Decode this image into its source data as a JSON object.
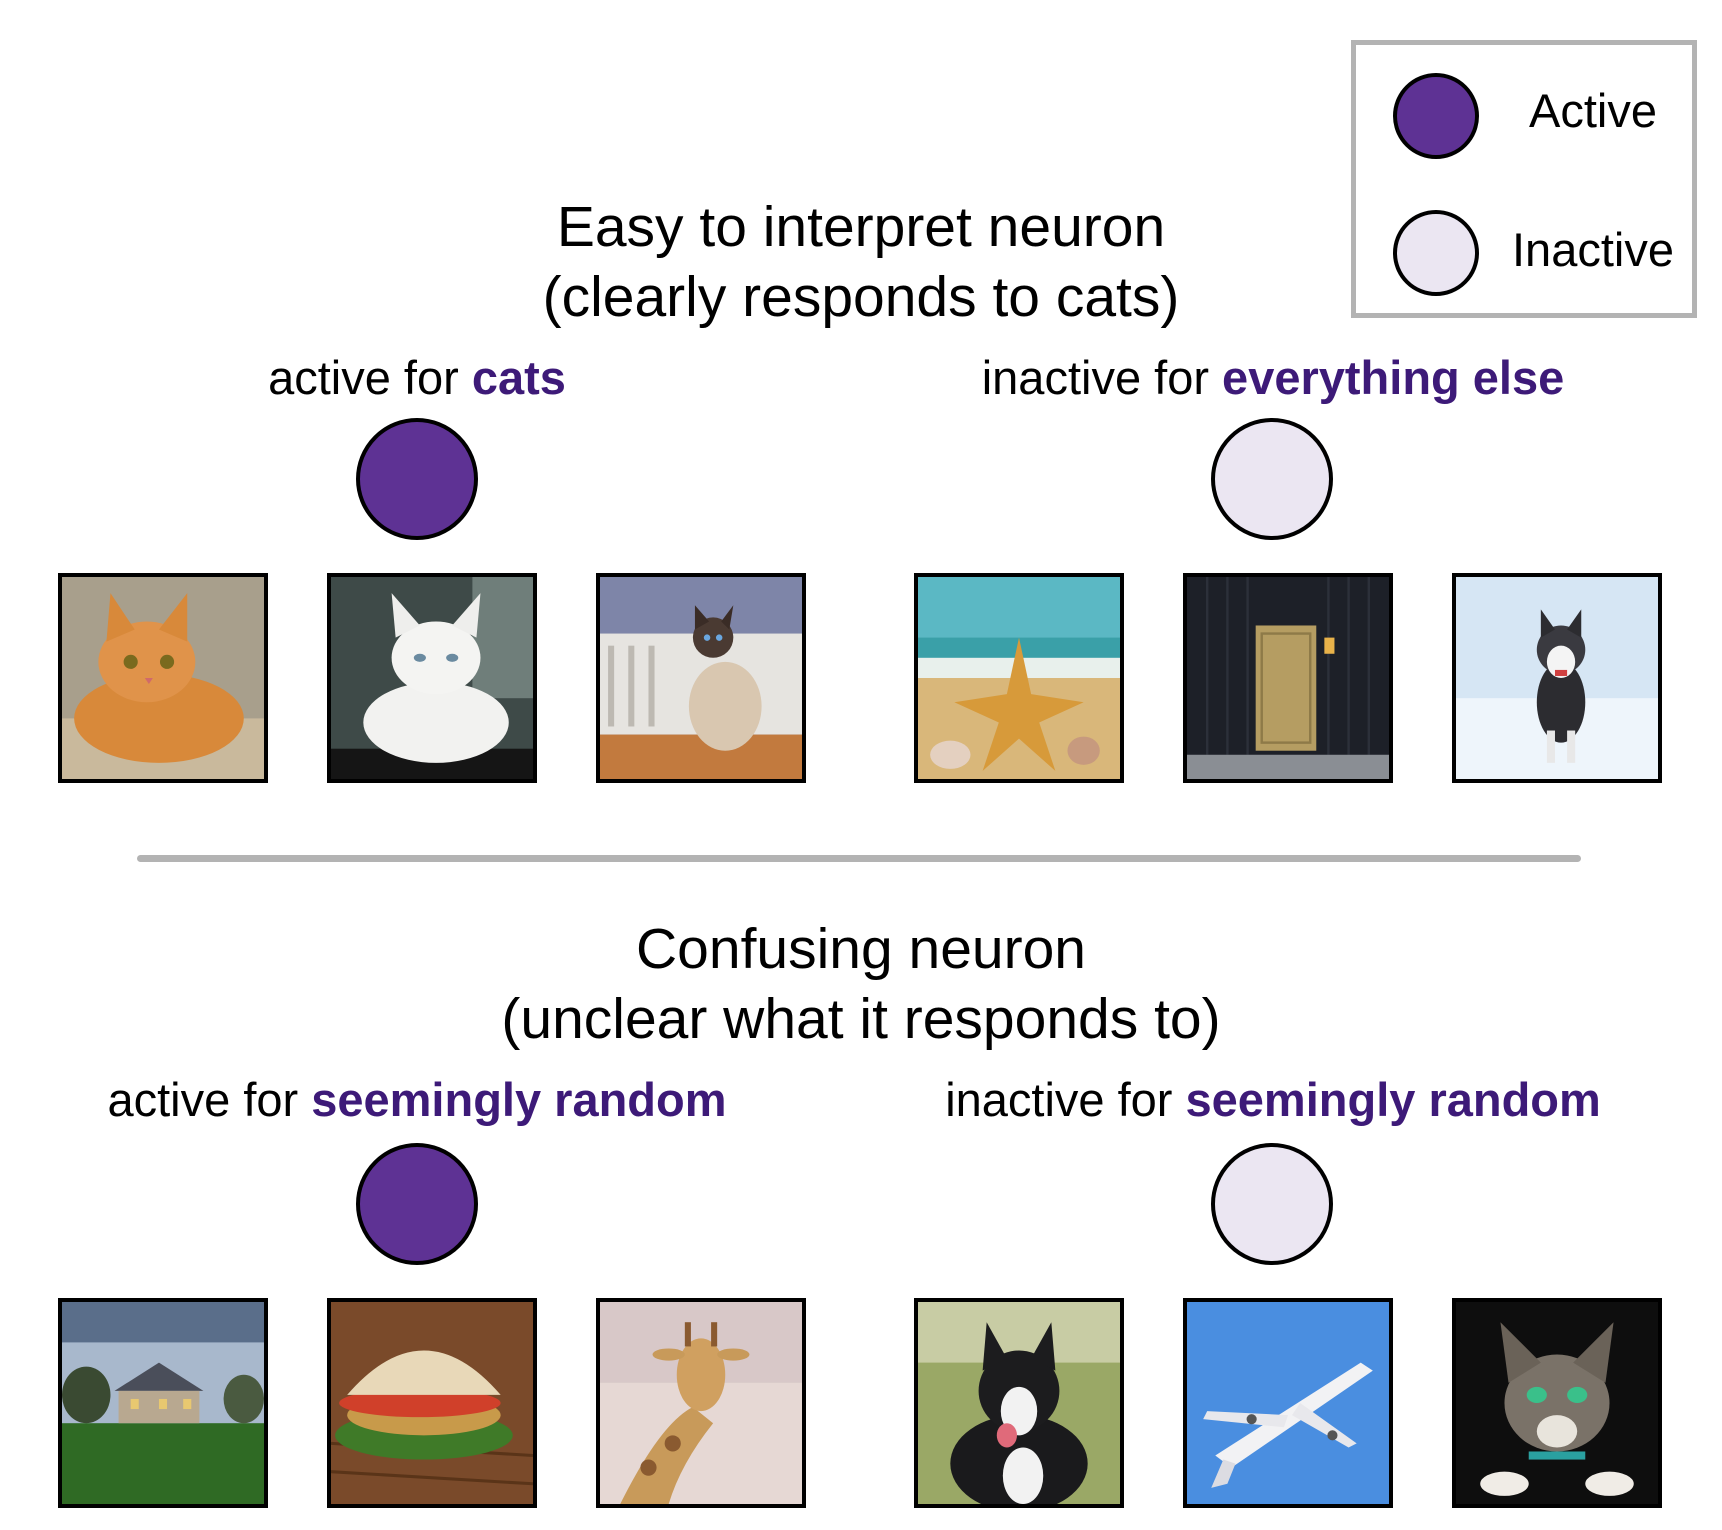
{
  "colors": {
    "active": "#5e3294",
    "inactive": "#ebe6f2",
    "highlight": "#3d1a78",
    "legend_border": "#b3b3b3"
  },
  "legend": {
    "active_label": "Active",
    "inactive_label": "Inactive"
  },
  "top_section": {
    "title_line1": "Easy to interpret neuron",
    "title_line2": "(clearly responds to cats)",
    "left_caption_prefix": "active for ",
    "left_caption_highlight": "cats",
    "right_caption_prefix": "inactive for ",
    "right_caption_highlight": "everything else",
    "active_images": [
      "orange-cat-image",
      "white-cat-image",
      "siamese-cat-image"
    ],
    "inactive_images": [
      "starfish-beach-image",
      "door-image",
      "husky-snow-image"
    ]
  },
  "bottom_section": {
    "title_line1": "Confusing neuron",
    "title_line2": "(unclear what it responds to)",
    "left_caption_prefix": "active for ",
    "left_caption_highlight": "seemingly random",
    "right_caption_prefix": "inactive for ",
    "right_caption_highlight": "seemingly random",
    "active_images": [
      "house-lawn-image",
      "burger-image",
      "giraffe-image"
    ],
    "inactive_images": [
      "border-collie-image",
      "airplane-image",
      "tabby-cat-image"
    ]
  }
}
